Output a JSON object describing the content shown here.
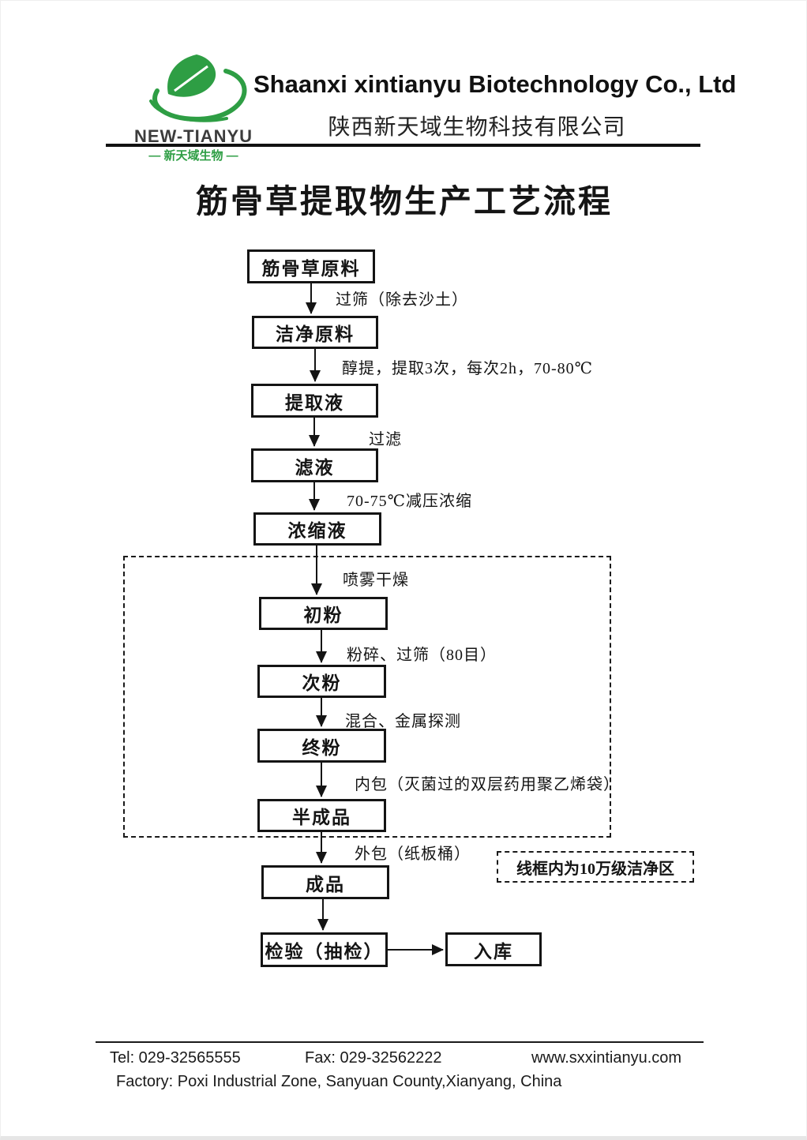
{
  "header": {
    "logo": {
      "icon": "leaf-swoosh-logo",
      "brand_en": "NEW-TIANYU",
      "brand_cn": "— 新天域生物 —",
      "brand_color": "#2e9e44"
    },
    "company_en": "Shaanxi xintianyu Biotechnology Co., Ltd",
    "company_cn": "陕西新天域生物科技有限公司"
  },
  "doc_title": "筋骨草提取物生产工艺流程",
  "flowchart": {
    "nodes": [
      {
        "label": "筋骨草原料"
      },
      {
        "label": "洁净原料"
      },
      {
        "label": "提取液"
      },
      {
        "label": "滤液"
      },
      {
        "label": "浓缩液"
      },
      {
        "label": "初粉"
      },
      {
        "label": "次粉"
      },
      {
        "label": "终粉"
      },
      {
        "label": "半成品"
      },
      {
        "label": "成品"
      },
      {
        "label": "检验（抽检）"
      },
      {
        "label": "入库"
      }
    ],
    "edge_labels": [
      "过筛（除去沙土）",
      "醇提，提取3次，每次2h，70-80℃",
      "过滤",
      "70-75℃减压浓缩",
      "喷雾干燥",
      "粉碎、过筛（80目）",
      "混合、金属探测",
      "内包（灭菌过的双层药用聚乙烯袋）",
      "外包（纸板桶）"
    ],
    "clean_zone_note": "线框内为10万级洁净区"
  },
  "footer": {
    "tel": "Tel: 029-32565555",
    "fax": "Fax: 029-32562222",
    "website": "www.sxxintianyu.com",
    "factory": "Factory: Poxi  Industrial Zone, Sanyuan County,Xianyang, China"
  }
}
